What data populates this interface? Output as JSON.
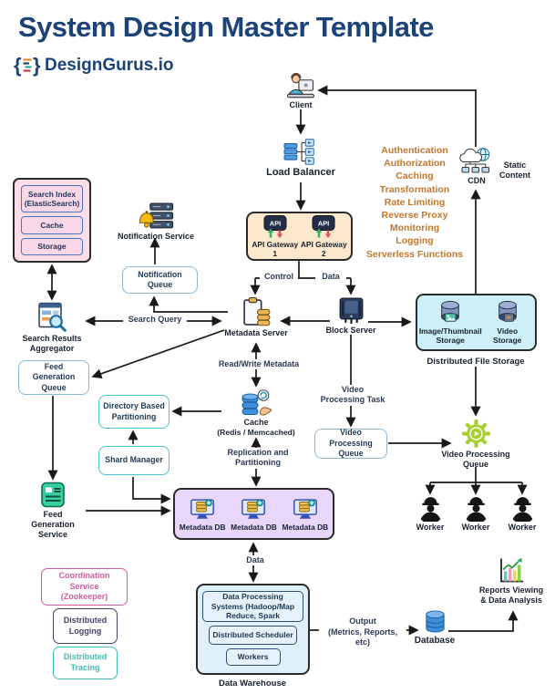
{
  "header": {
    "title": "System Design Master Template",
    "brand": "DesignGurus.io"
  },
  "logo": {
    "brace_open": "{",
    "brace_close": "}"
  },
  "icon_text": {
    "api": "API"
  },
  "gateway_features": [
    "Authentication",
    "Authorization",
    "Caching",
    "Transformation",
    "Rate Limiting",
    "Reverse Proxy",
    "Monitoring",
    "Logging",
    "Serverless Functions"
  ],
  "nodes": {
    "client": {
      "label": "Client"
    },
    "load_balancer": {
      "label": "Load Balancer"
    },
    "api_gateway_1": {
      "label": "API Gateway 1"
    },
    "api_gateway_2": {
      "label": "API Gateway 2"
    },
    "cdn": {
      "label": "CDN"
    },
    "static_content": {
      "label": "Static Content"
    },
    "notification_service": {
      "label": "Notification Service"
    },
    "notification_queue": {
      "label": "Notification Queue"
    },
    "search_stack": {
      "items": [
        "Search Index (ElasticSearch)",
        "Cache",
        "Storage"
      ]
    },
    "search_results_aggregator": {
      "label": "Search Results Aggregator"
    },
    "feed_generation_queue": {
      "label": "Feed Generation Queue"
    },
    "directory_based_partitioning": {
      "label": "Directory Based Partitioning"
    },
    "shard_manager": {
      "label": "Shard Manager"
    },
    "feed_generation_service": {
      "label": "Feed Generation Service"
    },
    "metadata_server": {
      "label": "Metadata Server"
    },
    "block_server": {
      "label": "Block Server"
    },
    "cache_redis": {
      "label": "Cache",
      "sublabel": "(Redis / Memcached)"
    },
    "distributed_file_storage": {
      "label": "Distributed File Storage",
      "image_storage": "Image/Thumbnail Storage",
      "video_storage": "Video Storage"
    },
    "video_processing_queue_box": {
      "label": "Video Processing Queue"
    },
    "video_processing_queue_gear": {
      "label": "Video Processing Queue"
    },
    "worker": {
      "label": "Worker"
    },
    "metadata_db": {
      "label": "Metadata DB"
    },
    "coordination_service": {
      "label": "Coordination Service (Zookeeper)"
    },
    "distributed_logging": {
      "label": "Distributed Logging"
    },
    "distributed_tracing": {
      "label": "Distributed Tracing"
    },
    "data_warehouse": {
      "label": "Data Warehouse",
      "processing": "Data Processing Systems (Hadoop/Map Reduce, Spark",
      "scheduler": "Distributed Scheduler",
      "workers": "Workers"
    },
    "database": {
      "label": "Database"
    },
    "reports": {
      "label": "Reports Viewing & Data Analysis"
    }
  },
  "edge_labels": {
    "control": "Control",
    "data": "Data",
    "search_query": "Search Query",
    "read_write_metadata": "Read/Write Metadata",
    "video_processing_task": "Video Processing Task",
    "replication": "Replication and Partitioning",
    "db_data": "Data",
    "output": "Output",
    "output_detail": "(Metrics, Reports, etc)"
  },
  "colors": {
    "title_navy": "#1c4379",
    "feature_orange": "#c4772e",
    "search_box_pink": "#fbdde9",
    "gateway_peach": "#fce8cc",
    "file_storage_cyan": "#cdeff7",
    "metadata_db_purple": "#e9d7fb",
    "warehouse_blue": "#dff0fb",
    "queue_border_blue": "#8cb8d8",
    "partition_border_teal": "#49c4d4",
    "coordination_pink": "#cf5f9f",
    "logging_navy": "#44446a",
    "tracing_teal": "#3fbcb4",
    "gear_green": "#a8cf2f"
  }
}
